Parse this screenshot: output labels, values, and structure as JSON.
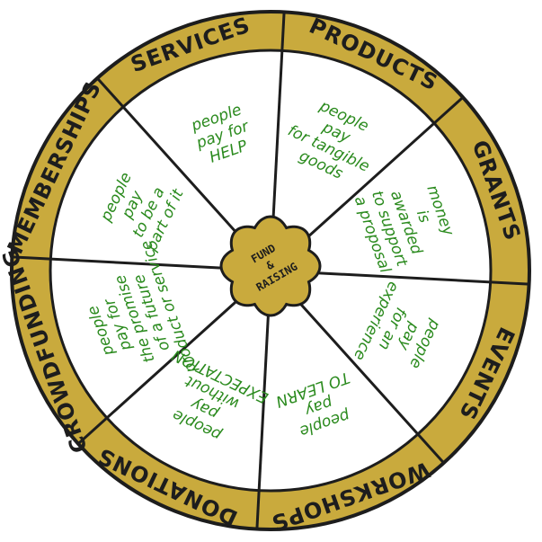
{
  "center": {
    "line1": "FUND",
    "line2": "&",
    "line3": "RAISING"
  },
  "segments": [
    {
      "name": "products",
      "label": "PRODUCTS",
      "text": [
        "people",
        "pay",
        "for tangible",
        "goods"
      ]
    },
    {
      "name": "grants",
      "label": "GRANTS",
      "text": [
        "money",
        "is",
        "awarded",
        "to support",
        "a proposal"
      ]
    },
    {
      "name": "events",
      "label": "EVENTS",
      "text": [
        "people",
        "pay",
        "for an",
        "experience"
      ]
    },
    {
      "name": "workshops",
      "label": "WORKSHOPS",
      "text": [
        "people",
        "pay",
        "TO LEARN"
      ]
    },
    {
      "name": "donations",
      "label": "DONATIONS",
      "text": [
        "people",
        "pay",
        "without",
        "EXPECTATION"
      ]
    },
    {
      "name": "crowdfunding",
      "label": "CROWDFUNDING",
      "text": [
        "people",
        "pay for",
        "the promise",
        "of a future",
        "product or service"
      ]
    },
    {
      "name": "memberships",
      "label": "MEMBERSHIPS",
      "text": [
        "people",
        "pay",
        "to be a",
        "part of it"
      ]
    },
    {
      "name": "services",
      "label": "SERVICES",
      "text": [
        "people",
        "pay for",
        "HELP"
      ]
    }
  ],
  "colors": {
    "ring": "#c9aa3d",
    "ink": "#1d1d1d",
    "green": "#2a8a1d",
    "center": "#c9aa3d"
  }
}
